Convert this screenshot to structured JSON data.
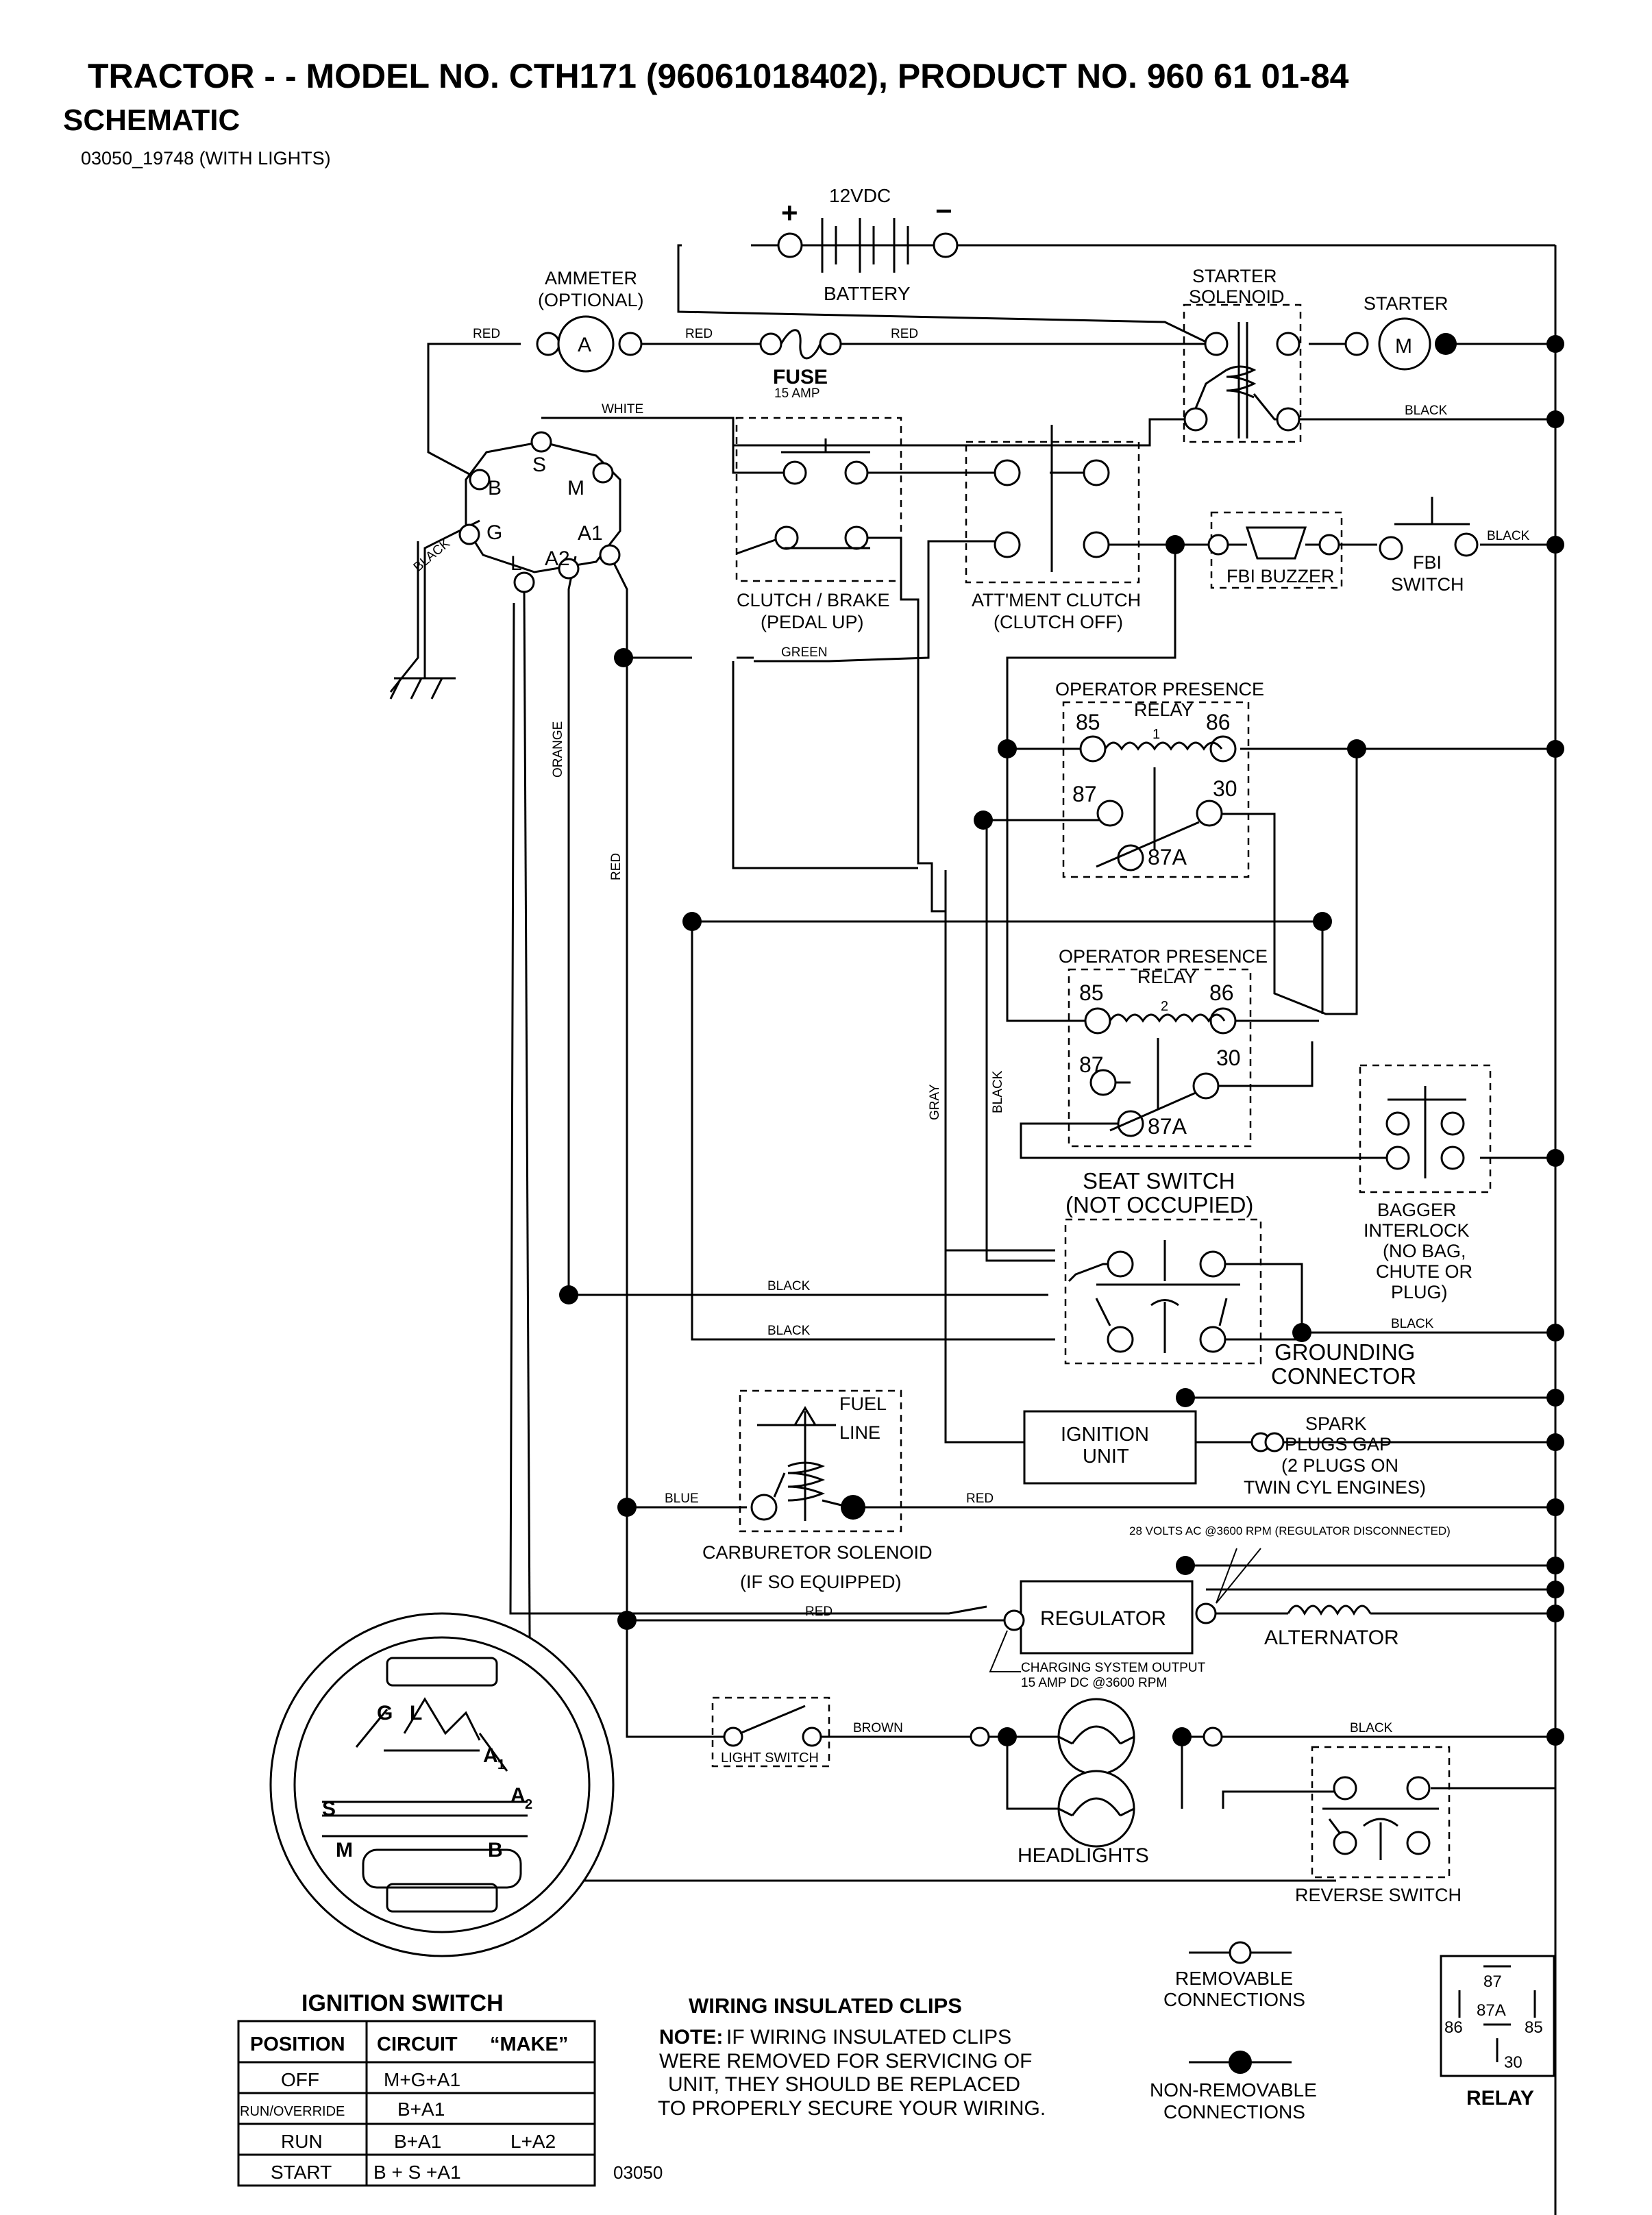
{
  "header": {
    "title": "TRACTOR - - MODEL NO. CTH171 (96061018402), PRODUCT NO. 960 61 01-84",
    "subtitle": "SCHEMATIC",
    "drawing_ref": "03050_19748 (WITH LIGHTS)"
  },
  "components": {
    "battery_voltage": "12VDC",
    "battery": "BATTERY",
    "plus": "+",
    "minus": "−",
    "ammeter_1": "AMMETER",
    "ammeter_2": "(OPTIONAL)",
    "ammeter_letter": "A",
    "fuse": "FUSE",
    "fuse_rating": "15 AMP",
    "starter_solenoid_1": "STARTER",
    "starter_solenoid_2": "SOLENOID",
    "starter": "STARTER",
    "starter_letter": "M",
    "clutch_brake_1": "CLUTCH / BRAKE",
    "clutch_brake_2": "(PEDAL UP)",
    "attm_clutch_1": "ATT'MENT CLUTCH",
    "attm_clutch_2": "(CLUTCH OFF)",
    "fbi_buzzer": "FBI BUZZER",
    "fbi_switch_1": "FBI",
    "fbi_switch_2": "SWITCH",
    "relay1_1": "OPERATOR PRESENCE",
    "relay1_2": "RELAY",
    "relay1_num": "1",
    "relay2_1": "OPERATOR PRESENCE",
    "relay2_2": "RELAY",
    "relay2_num": "2",
    "pin85": "85",
    "pin86": "86",
    "pin87": "87",
    "pin30": "30",
    "pin87a": "87A",
    "seat_switch_1": "SEAT SWITCH",
    "seat_switch_2": "(NOT OCCUPIED)",
    "bagger_1": "BAGGER",
    "bagger_2": "INTERLOCK",
    "bagger_3": "(NO BAG,",
    "bagger_4": "CHUTE OR",
    "bagger_5": "PLUG)",
    "grounding_1": "GROUNDING",
    "grounding_2": "CONNECTOR",
    "fuel_1": "FUEL",
    "fuel_2": "LINE",
    "ignition_unit_1": "IGNITION",
    "ignition_unit_2": "UNIT",
    "spark_1": "SPARK",
    "spark_2": "PLUGS GAP",
    "spark_3": "(2 PLUGS ON",
    "spark_4": "TWIN CYL ENGINES)",
    "carb_1": "CARBURETOR SOLENOID",
    "carb_2": "(IF SO EQUIPPED)",
    "ac_note": "28 VOLTS AC @3600 RPM (REGULATOR DISCONNECTED)",
    "regulator": "REGULATOR",
    "alternator": "ALTERNATOR",
    "charging_1": "CHARGING SYSTEM OUTPUT",
    "charging_2": "15 AMP DC @3600 RPM",
    "light_switch": "LIGHT SWITCH",
    "headlights": "HEADLIGHTS",
    "reverse_switch": "REVERSE SWITCH"
  },
  "terminals": {
    "S": "S",
    "B": "B",
    "M": "M",
    "G": "G",
    "L": "L",
    "A2": "A2",
    "A1": "A1"
  },
  "wires": {
    "red": "RED",
    "white": "WHITE",
    "black": "BLACK",
    "green": "GREEN",
    "orange": "ORANGE",
    "gray": "GRAY",
    "blue": "BLUE",
    "brown": "BROWN"
  },
  "ignition_switch": {
    "title": "IGNITION SWITCH",
    "labels": {
      "G": "G",
      "L": "L",
      "A1": "A",
      "A1_sub": "1",
      "S": "S",
      "A2": "A",
      "A2_sub": "2",
      "M": "M",
      "B": "B"
    },
    "table": {
      "headers": [
        "POSITION",
        "CIRCUIT",
        "“MAKE”"
      ],
      "rows": [
        [
          "OFF",
          "M+G+A1",
          ""
        ],
        [
          "RUN/OVERRIDE",
          "B+A1",
          ""
        ],
        [
          "RUN",
          "B+A1",
          "L+A2"
        ],
        [
          "START",
          "B + S +A1",
          ""
        ]
      ]
    }
  },
  "notes": {
    "clips_title": "WIRING INSULATED CLIPS",
    "clips_1_bold": "NOTE:",
    "clips_1": "IF WIRING INSULATED CLIPS",
    "clips_2": "WERE REMOVED FOR SERVICING OF",
    "clips_3": "UNIT, THEY SHOULD BE REPLACED",
    "clips_4": "TO PROPERLY SECURE YOUR WIRING.",
    "removable_1": "REMOVABLE",
    "removable_2": "CONNECTIONS",
    "nonremovable_1": "NON-REMOVABLE",
    "nonremovable_2": "CONNECTIONS",
    "relay_legend": "RELAY",
    "legend_87": "87",
    "legend_87a": "87A",
    "legend_86": "86",
    "legend_85": "85",
    "legend_30": "30",
    "footer_code": "03050"
  }
}
